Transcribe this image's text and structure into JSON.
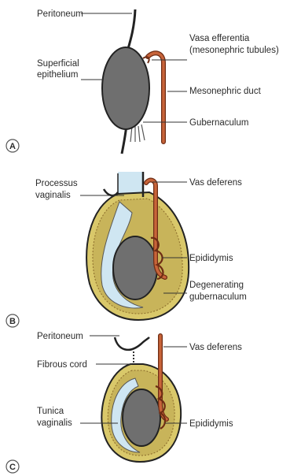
{
  "colors": {
    "testis": "#6f6f6f",
    "duct": "#c8643a",
    "duct_dark": "#6e2c14",
    "scrotal_yellow": "#d9c86a",
    "scrotal_brown": "#8a6a2a",
    "vaginalis_blue": "#cfe6f2",
    "leader_line": "#333333"
  },
  "panels": [
    {
      "letter": "A",
      "labels": {
        "peritoneum": "Peritoneum",
        "superficial_epithelium_1": "Superficial",
        "superficial_epithelium_2": "epithelium",
        "vasa_efferentia_1": "Vasa efferentia",
        "vasa_efferentia_2": "(mesonephric tubules)",
        "mesonephric_duct": "Mesonephric duct",
        "gubernaculum": "Gubernaculum"
      }
    },
    {
      "letter": "B",
      "labels": {
        "processus_vaginalis_1": "Processus",
        "processus_vaginalis_2": "vaginalis",
        "vas_deferens": "Vas deferens",
        "epididymis": "Epididymis",
        "degenerating_gubernaculum_1": "Degenerating",
        "degenerating_gubernaculum_2": "gubernaculum"
      }
    },
    {
      "letter": "C",
      "labels": {
        "peritoneum": "Peritoneum",
        "vas_deferens": "Vas deferens",
        "fibrous_cord": "Fibrous cord",
        "tunica_vaginalis_1": "Tunica",
        "tunica_vaginalis_2": "vaginalis",
        "epididymis": "Epididymis"
      }
    }
  ]
}
